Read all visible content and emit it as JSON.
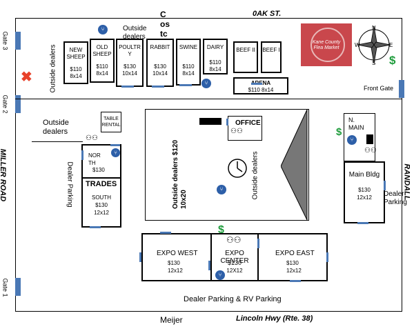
{
  "roads": {
    "top": "0AK ST.",
    "left": "MILLER ROAD",
    "right": "RANDALL",
    "bottom_right": "Lincoln Hwy (Rte. 38)",
    "bottom_left": "Meijer",
    "top_store": "Costco"
  },
  "gates": {
    "gate1": "Gate 1",
    "gate2": "Gate 2",
    "gate3": "Gate 3",
    "front": "Front Gate"
  },
  "labels": {
    "outside_dealers_left": "Outside dealers",
    "outside_dealers_top": "Outside dealers",
    "outside_dealers_mid": "Outside dealers",
    "dealer_parking_left": "Dealer Parking",
    "dealer_parking_right": "Dealer Parking",
    "bottom_parking": "Dealer Parking & RV Parking",
    "center_dealers": "Outside dealers $120 10x20",
    "center_dealers_right": "Outside dealers"
  },
  "barns": [
    {
      "name": "NEW SHEEP",
      "price": "$110",
      "size": "8x14"
    },
    {
      "name": "OLD SHEEP",
      "price": "$110",
      "size": "8x14"
    },
    {
      "name": "POULTRY",
      "price": "$130",
      "size": "10x14"
    },
    {
      "name": "RABBIT",
      "price": "$130",
      "size": "10x14"
    },
    {
      "name": "SWINE",
      "price": "$110",
      "size": "8x14"
    },
    {
      "name": "DAIRY",
      "price": "$110",
      "size": "8x14"
    },
    {
      "name": "BEEF II",
      "price": "",
      "size": ""
    },
    {
      "name": "BEEF I",
      "price": "",
      "size": ""
    }
  ],
  "arena": {
    "name": "ARENA",
    "detail": "$110  8x14"
  },
  "office": "OFFICE",
  "table_rental": "TABLE RENTAL",
  "trades": {
    "north_name": "NORTH",
    "north_price": "$130",
    "title": "TRADES",
    "south_name": "SOUTH",
    "south_price": "$130",
    "south_size": "12x12"
  },
  "north_main": "N. MAIN",
  "main_bldg": {
    "name": "Main Bldg",
    "price": "$130",
    "size": "12x12"
  },
  "expo": {
    "west": {
      "name": "EXPO WEST",
      "price": "$130",
      "size": "12x12"
    },
    "center": {
      "name": "EXPO CENTER",
      "price": "$130",
      "size": "12X12"
    },
    "east": {
      "name": "EXPO EAST",
      "price": "$130",
      "size": "12x12"
    }
  },
  "logo_text": "Kane County Flea Market",
  "compass": {
    "n": "N",
    "s": "S",
    "e": "E",
    "w": "W"
  },
  "colors": {
    "door": "#4a78b5",
    "dollar": "#1f9c3c",
    "logo_bg": "#c9474c",
    "no_sign": "#e8412a"
  }
}
